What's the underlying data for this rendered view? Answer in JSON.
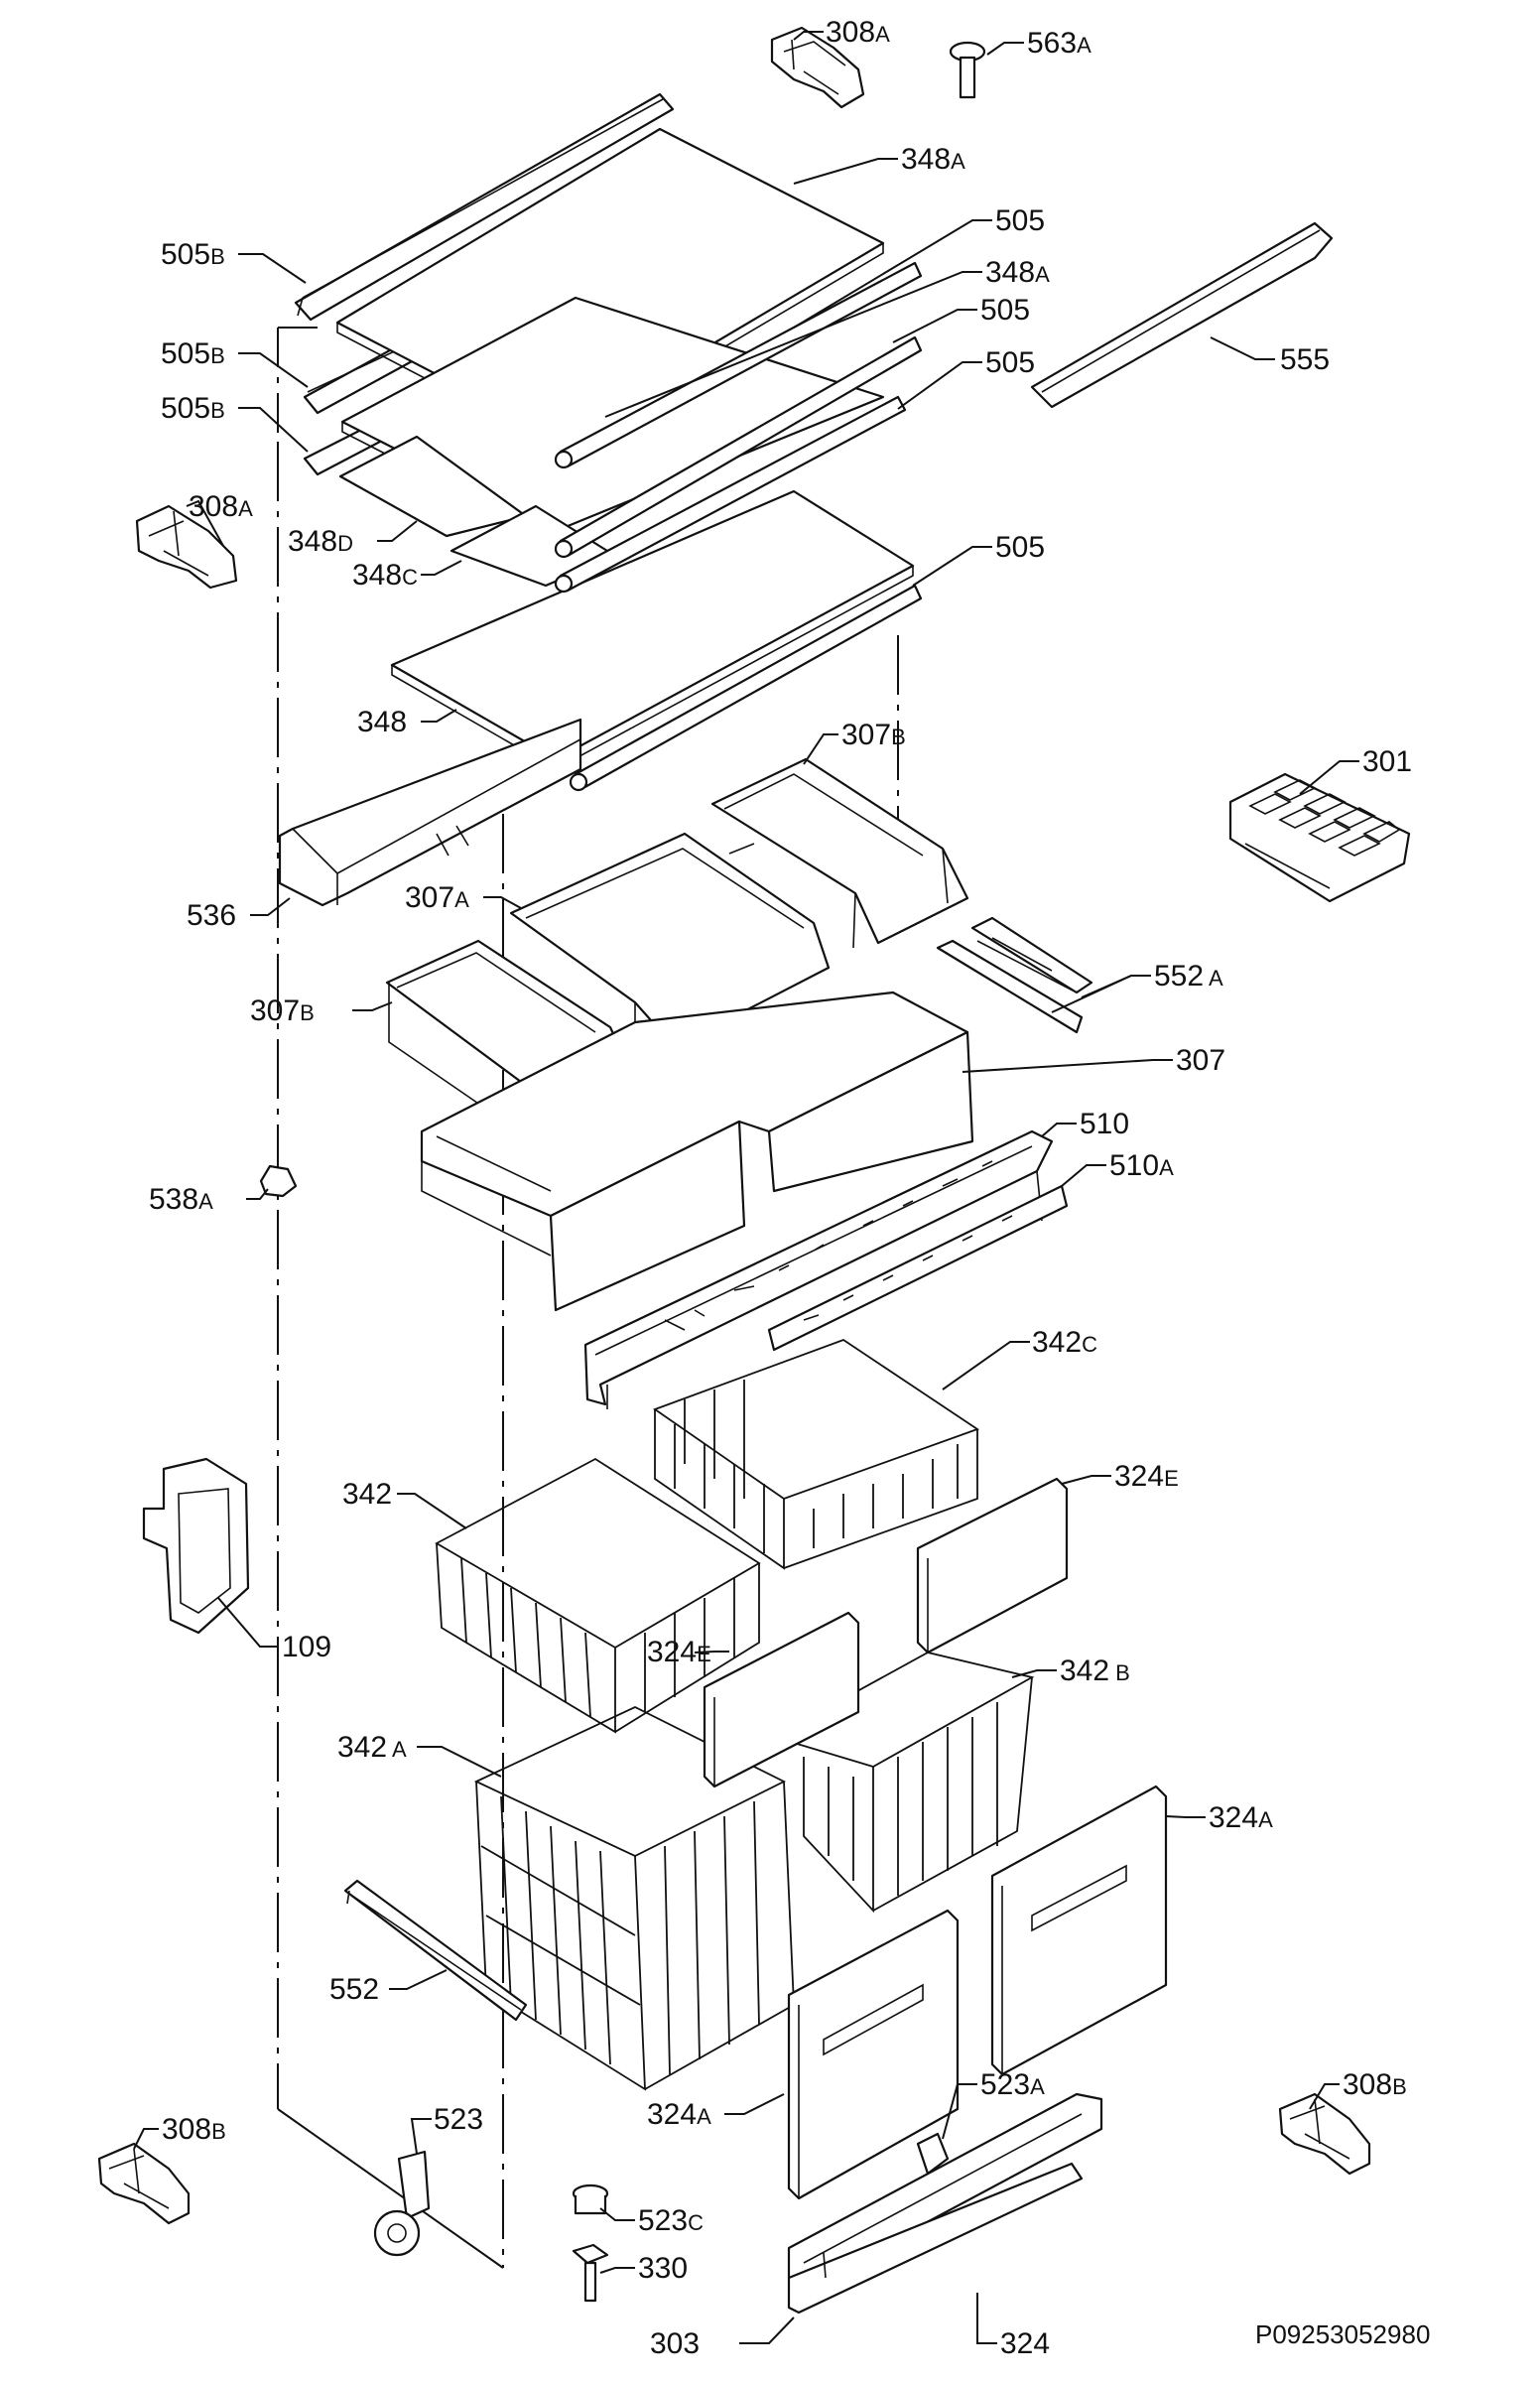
{
  "diagram": {
    "drawing_code": "P09253052980",
    "labels": [
      {
        "id": "308A-top",
        "main": "308",
        "suffix": "A"
      },
      {
        "id": "563A",
        "main": "563",
        "suffix": "A"
      },
      {
        "id": "348A-1",
        "main": "348",
        "suffix": "A"
      },
      {
        "id": "505B-1",
        "main": "505",
        "suffix": "B"
      },
      {
        "id": "505-1",
        "main": "505",
        "suffix": ""
      },
      {
        "id": "348A-2",
        "main": "348",
        "suffix": "A"
      },
      {
        "id": "505B-2",
        "main": "505",
        "suffix": "B"
      },
      {
        "id": "505-2",
        "main": "505",
        "suffix": ""
      },
      {
        "id": "555",
        "main": "555",
        "suffix": ""
      },
      {
        "id": "505B-3",
        "main": "505",
        "suffix": "B"
      },
      {
        "id": "505-3",
        "main": "505",
        "suffix": ""
      },
      {
        "id": "308A-left",
        "main": "308",
        "suffix": "A"
      },
      {
        "id": "348D",
        "main": "348",
        "suffix": "D"
      },
      {
        "id": "348C",
        "main": "348",
        "suffix": "C"
      },
      {
        "id": "505-4",
        "main": "505",
        "suffix": ""
      },
      {
        "id": "348",
        "main": "348",
        "suffix": ""
      },
      {
        "id": "307B-1",
        "main": "307",
        "suffix": "B"
      },
      {
        "id": "301",
        "main": "301",
        "suffix": ""
      },
      {
        "id": "536",
        "main": "536",
        "suffix": ""
      },
      {
        "id": "307A",
        "main": "307",
        "suffix": "A"
      },
      {
        "id": "552A",
        "main": "552",
        "suffix": " A"
      },
      {
        "id": "307B-2",
        "main": "307",
        "suffix": "B"
      },
      {
        "id": "307",
        "main": "307",
        "suffix": ""
      },
      {
        "id": "510",
        "main": "510",
        "suffix": ""
      },
      {
        "id": "538A",
        "main": "538",
        "suffix": "A"
      },
      {
        "id": "510A",
        "main": "510",
        "suffix": "A"
      },
      {
        "id": "342C",
        "main": "342",
        "suffix": "C"
      },
      {
        "id": "342",
        "main": "342",
        "suffix": ""
      },
      {
        "id": "324E-1",
        "main": "324",
        "suffix": "E"
      },
      {
        "id": "109",
        "main": "109",
        "suffix": ""
      },
      {
        "id": "324E-2",
        "main": "324",
        "suffix": "E"
      },
      {
        "id": "342B",
        "main": "342",
        "suffix": " B"
      },
      {
        "id": "342A",
        "main": "342",
        "suffix": " A"
      },
      {
        "id": "324A-1",
        "main": "324",
        "suffix": "A"
      },
      {
        "id": "552",
        "main": "552",
        "suffix": ""
      },
      {
        "id": "523A",
        "main": "523",
        "suffix": "A"
      },
      {
        "id": "308B-right",
        "main": "308",
        "suffix": "B"
      },
      {
        "id": "324A-2",
        "main": "324",
        "suffix": "A"
      },
      {
        "id": "523",
        "main": "523",
        "suffix": ""
      },
      {
        "id": "308B-left",
        "main": "308",
        "suffix": "B"
      },
      {
        "id": "523C",
        "main": "523",
        "suffix": "C"
      },
      {
        "id": "330",
        "main": "330",
        "suffix": ""
      },
      {
        "id": "303",
        "main": "303",
        "suffix": ""
      },
      {
        "id": "324",
        "main": "324",
        "suffix": ""
      }
    ]
  }
}
